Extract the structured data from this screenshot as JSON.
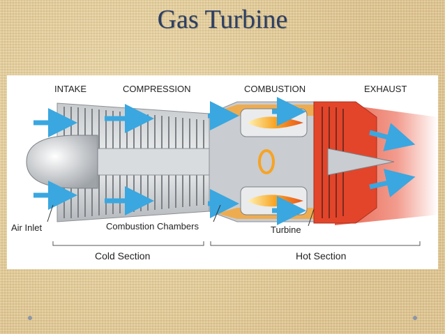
{
  "slide": {
    "title": "Gas Turbine"
  },
  "diagram": {
    "section_labels": {
      "intake": "INTAKE",
      "compression": "COMPRESSION",
      "combustion": "COMBUSTION",
      "exhaust": "EXHAUST"
    },
    "callouts": {
      "air_inlet": "Air Inlet",
      "combustion_chambers": "Combustion Chambers",
      "turbine": "Turbine"
    },
    "zones": {
      "cold": "Cold Section",
      "hot": "Hot Section"
    },
    "colors": {
      "airflow_arrow": "#3aa7e0",
      "casing": "#a9adb1",
      "hot_casing": "#e3452b",
      "flame": "#f7a323",
      "title": "#2c3f63"
    }
  }
}
